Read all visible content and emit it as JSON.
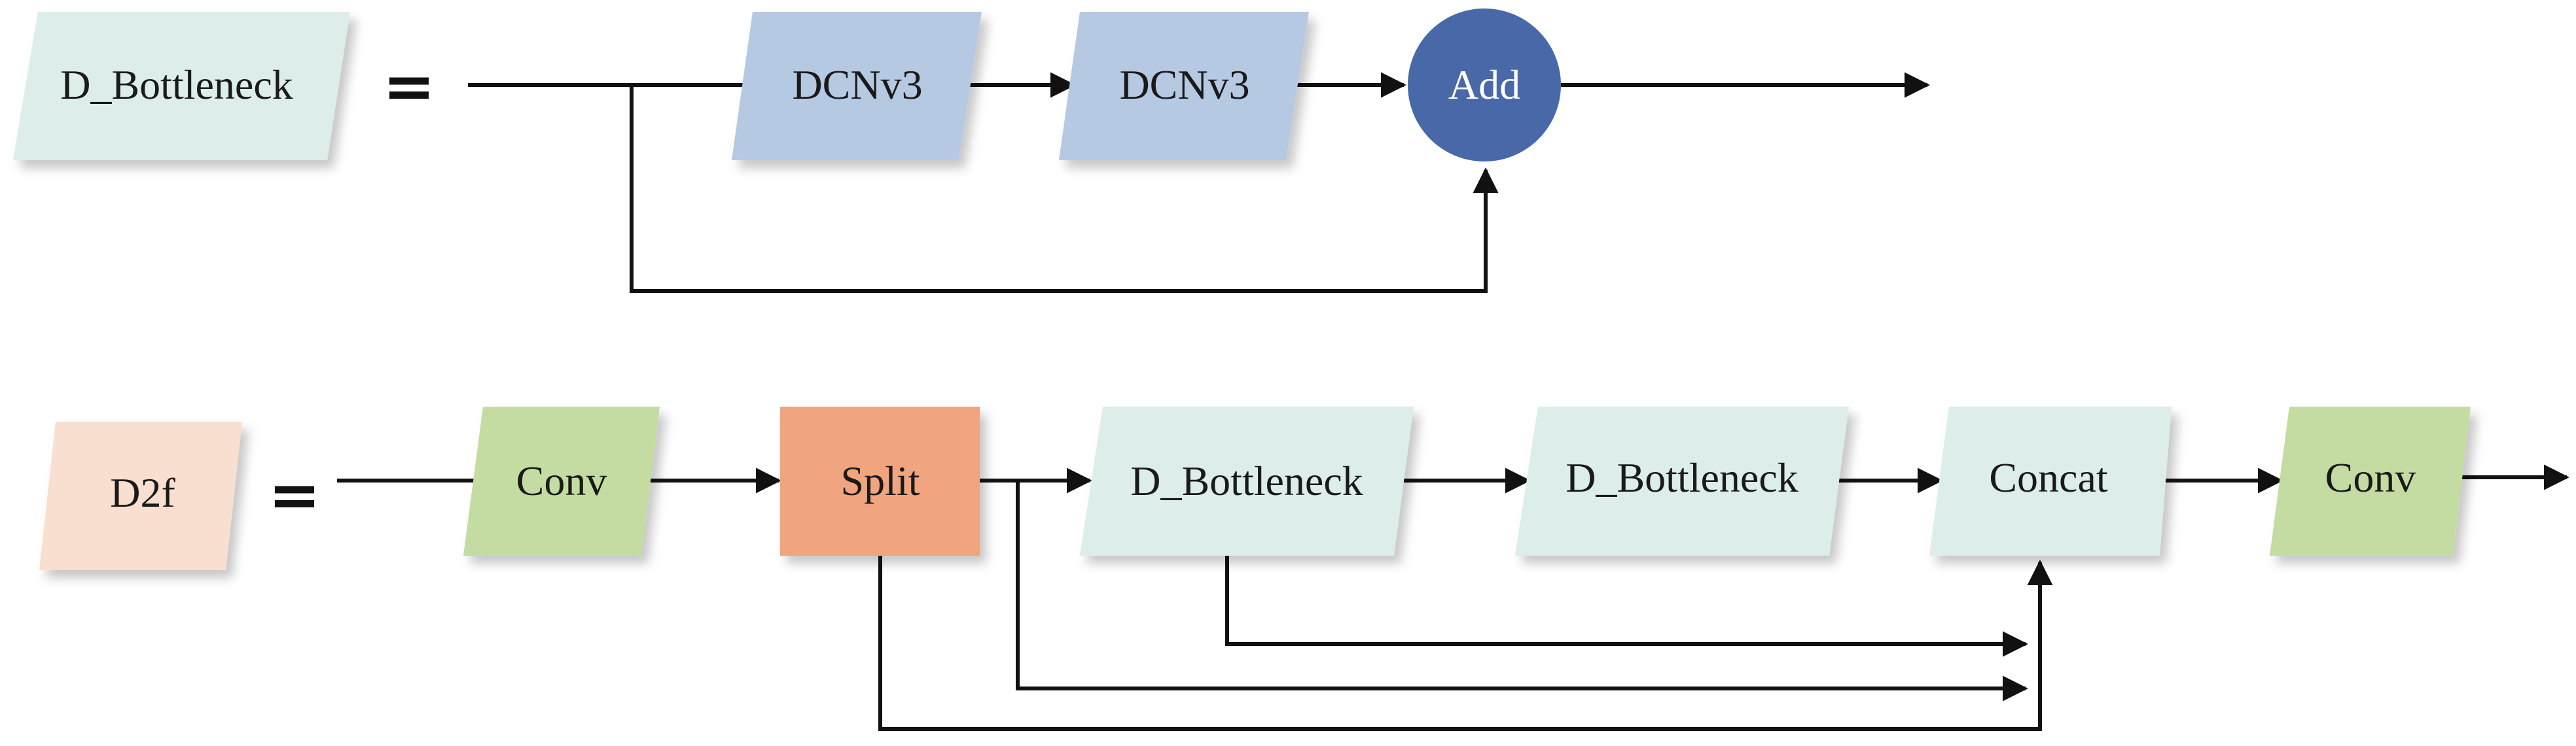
{
  "top_row": {
    "title": "D_Bottleneck",
    "equals": "=",
    "blocks": [
      "DCNv3",
      "DCNv3"
    ],
    "add": "Add"
  },
  "bottom_row": {
    "title": "D2f",
    "equals": "=",
    "blocks": [
      "Conv",
      "Split",
      "D_Bottleneck",
      "D_Bottleneck",
      "Concat",
      "Conv"
    ]
  },
  "colors": {
    "bottleneck_fill": "#dcedea",
    "dcn_fill": "#b6c9e2",
    "add_fill": "#4868a8",
    "d2f_fill": "#f9dfcf",
    "conv_fill": "#c4dca2",
    "split_fill": "#f0a57e",
    "line": "#111111"
  }
}
